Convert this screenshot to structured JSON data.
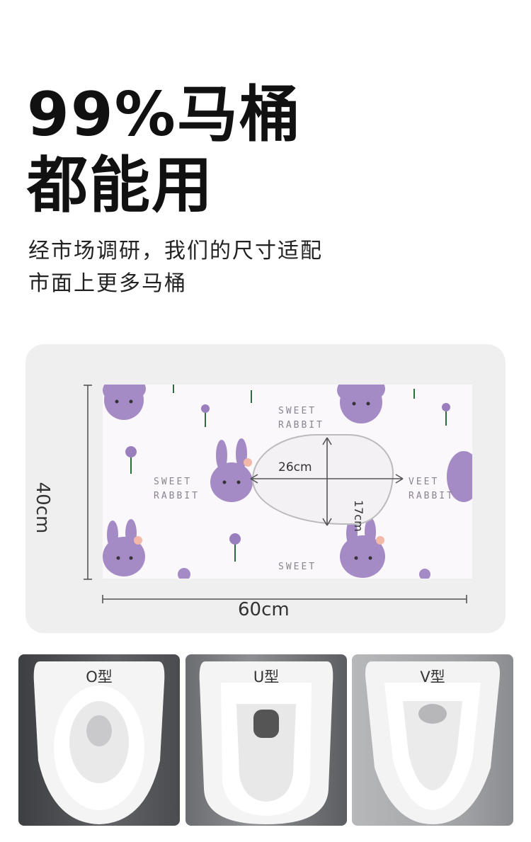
{
  "headline": {
    "line1": "99%马桶",
    "line2": "都能用"
  },
  "subtext": {
    "line1": "经市场调研，我们的尺寸适配",
    "line2": "市面上更多马桶"
  },
  "diagram": {
    "mat_pattern": {
      "sweet": "SWEET",
      "rabbit": "RABBIT",
      "veet": "VEET"
    },
    "width_label": "60cm",
    "height_label": "40cm",
    "hole_width_label": "26cm",
    "hole_height_label": "17cm"
  },
  "toilet_types": [
    {
      "label": "O型"
    },
    {
      "label": "U型"
    },
    {
      "label": "V型"
    }
  ],
  "colors": {
    "rabbit_purple": "#a58bc6",
    "leaf_green": "#2f6b3a",
    "tulip_purple": "#9a7fbf"
  }
}
